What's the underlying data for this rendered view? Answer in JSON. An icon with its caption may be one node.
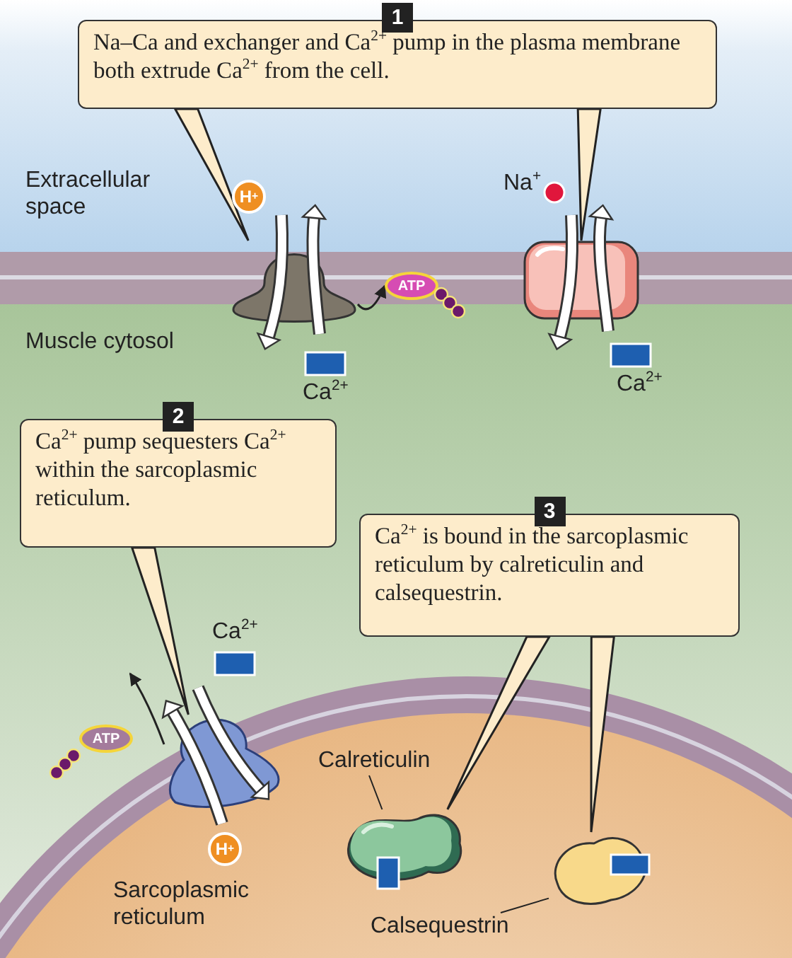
{
  "diagram": {
    "nodes": [
      {
        "text": [
          "1",
          "Na–Ca and exchanger and Ca$^{2+}$ pump in the plasma membrane both extrude Ca$^{2+}$ from the cell."
        ]
      },
      {
        "text": [
          "H$^{+}$"
        ]
      },
      {
        "text": [],
        "shape": "picture"
      },
      {
        "text": [
          "ATP"
        ]
      },
      {
        "text": [],
        "shape": "picture"
      },
      {
        "text": [
          "2",
          "Ca$^{2+}$ pump sequesters Ca$^{2+}$ within the sarcoplasmic reticulum."
        ]
      },
      {
        "text": [
          "3",
          "Ca$^{2+}$ is bound in the sarcoplasmic reticulum by calreticulin and calsequestrin."
        ]
      },
      {
        "text": [
          "Sarcoplasmic reticulum"
        ]
      },
      {
        "text": [
          "ATP"
        ]
      },
      {
        "text": [],
        "shape": "picture",
        "in": 7
      },
      {
        "text": [
          "H$^{+}$"
        ],
        "in": 7
      },
      {
        "text": [
          "Calreticulin"
        ],
        "in": 7
      },
      {
        "text": [],
        "shape": "picture",
        "in": 7
      },
      {
        "text": [],
        "shape": "picture",
        "in": 7
      },
      {
        "text": [
          "Calsequestrin"
        ],
        "in": 7
      }
    ],
    "edges": [
      {
        "from": 0,
        "to": 2,
        "arrow": "none"
      },
      {
        "from": 0,
        "to": 4,
        "arrow": "none"
      },
      {
        "from": 2,
        "to": 3,
        "arrow": "to"
      },
      {
        "from": 5,
        "to": 9,
        "arrow": "none"
      },
      {
        "from": 9,
        "to": null,
        "arrow": "to"
      },
      {
        "from": 6,
        "to": 12,
        "arrow": "none"
      },
      {
        "from": 6,
        "to": 13,
        "arrow": "none"
      },
      {
        "from": 11,
        "to": 12,
        "arrow": "none"
      },
      {
        "from": 14,
        "to": 13,
        "arrow": "none"
      }
    ],
    "labels": [
      "Extracellular space",
      "Na$^{+}$",
      "Muscle cytosol",
      "Ca$^{2+}$",
      "Ca$^{2+}$",
      "Ca$^{2+}$"
    ]
  }
}
